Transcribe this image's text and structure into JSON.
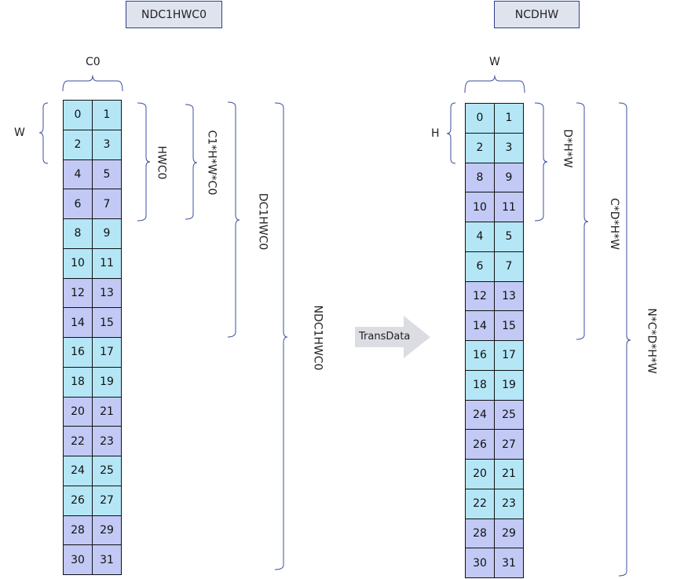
{
  "left": {
    "title": "NDC1HWC0",
    "top_label": "C0",
    "side_label": "W",
    "brackets": [
      "HWC0",
      "C1*H*W*C0",
      "DC1HWC0",
      "NDC1HWC0"
    ],
    "rows": [
      [
        "0",
        "1"
      ],
      [
        "2",
        "3"
      ],
      [
        "4",
        "5"
      ],
      [
        "6",
        "7"
      ],
      [
        "8",
        "9"
      ],
      [
        "10",
        "11"
      ],
      [
        "12",
        "13"
      ],
      [
        "14",
        "15"
      ],
      [
        "16",
        "17"
      ],
      [
        "18",
        "19"
      ],
      [
        "20",
        "21"
      ],
      [
        "22",
        "23"
      ],
      [
        "24",
        "25"
      ],
      [
        "26",
        "27"
      ],
      [
        "28",
        "29"
      ],
      [
        "30",
        "31"
      ]
    ],
    "row_colors": [
      "light",
      "light",
      "purple",
      "purple",
      "light",
      "light",
      "purple",
      "purple",
      "light",
      "light",
      "purple",
      "purple",
      "light",
      "light",
      "purple",
      "purple"
    ]
  },
  "right": {
    "title": "NCDHW",
    "top_label": "W",
    "side_label": "H",
    "brackets": [
      "D*H*W",
      "C*D*H*W",
      "N*C*D*H*W"
    ],
    "rows": [
      [
        "0",
        "1"
      ],
      [
        "2",
        "3"
      ],
      [
        "8",
        "9"
      ],
      [
        "10",
        "11"
      ],
      [
        "4",
        "5"
      ],
      [
        "6",
        "7"
      ],
      [
        "12",
        "13"
      ],
      [
        "14",
        "15"
      ],
      [
        "16",
        "17"
      ],
      [
        "18",
        "19"
      ],
      [
        "24",
        "25"
      ],
      [
        "26",
        "27"
      ],
      [
        "20",
        "21"
      ],
      [
        "22",
        "23"
      ],
      [
        "28",
        "29"
      ],
      [
        "30",
        "31"
      ]
    ],
    "row_colors": [
      "light",
      "light",
      "purple",
      "purple",
      "light",
      "light",
      "purple",
      "purple",
      "light",
      "light",
      "purple",
      "purple",
      "light",
      "light",
      "purple",
      "purple"
    ]
  },
  "arrow_label": "TransData",
  "colors": {
    "light_cell": "#b4e6f6",
    "purple_cell": "#c2c9f5",
    "title_bg": "#dfe3ee",
    "title_border": "#2e3f8f",
    "bracket": "#3b4fa0",
    "arrow": "#dcdde3"
  }
}
